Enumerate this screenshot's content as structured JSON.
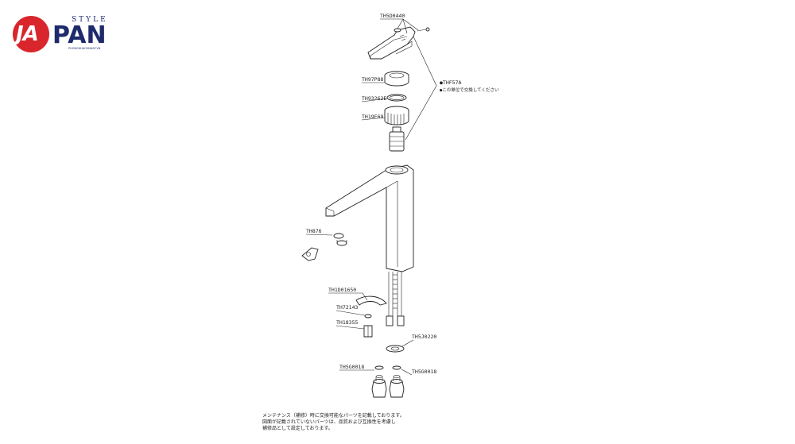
{
  "logo": {
    "ja": "JA",
    "style": "STYLE",
    "pan": "PAN",
    "url": "PHONGKHACHNHAT.VN"
  },
  "labels": {
    "th5d0440": "TH5D0440",
    "th97p88": "TH97P88",
    "th93262e": "TH93262E",
    "th19f69": "TH19F69",
    "thf57a": "●THF57A",
    "thf57a_note": "●この単位で交換してください",
    "th876": "TH876",
    "th1d01650": "TH1D01650",
    "th72143": "TH72143",
    "th18355": "TH18355",
    "th5j0220": "TH5J0220",
    "th5g0018_left": "TH5G0018",
    "th5g0018_right": "TH5G0018"
  },
  "footnote": {
    "line1": "メンテナンス（補修）時に交換可能なパーツを記載しております。",
    "line2": "図面が記載されていないパーツは、品質および互換性を考慮し",
    "line3": "補修品として設定しております。"
  },
  "colors": {
    "logo_red": "#d9262c",
    "logo_navy": "#1d2a6b",
    "line": "#222222"
  }
}
